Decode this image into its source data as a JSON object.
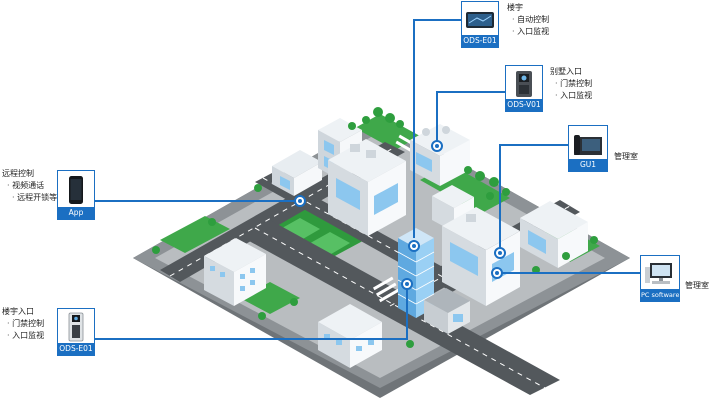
{
  "devices": {
    "ods_e01_top": {
      "label": "ODS-E01",
      "icon": "tablet-panel-icon",
      "title": "楼宇",
      "items": [
        "自动控制",
        "入口监视"
      ]
    },
    "ods_v01": {
      "label": "ODS-V01",
      "icon": "door-station-icon",
      "title": "别墅入口",
      "items": [
        "门禁控制",
        "入口监视"
      ]
    },
    "gu1": {
      "label": "GU1",
      "icon": "desk-phone-icon",
      "title": "管理室",
      "items": []
    },
    "app": {
      "label": "App",
      "icon": "smartphone-icon",
      "title": "远程控制",
      "items": [
        "视频通话",
        "远程开锁等"
      ]
    },
    "pc": {
      "label": "PC software",
      "icon": "computer-icon",
      "title": "管理室",
      "items": []
    },
    "ods_e01_bottom": {
      "label": "ODS-E01",
      "icon": "intercom-panel-icon",
      "title": "楼宇入口",
      "items": [
        "门禁控制",
        "入口监视"
      ]
    }
  },
  "colors": {
    "line": "#1b6fc2",
    "ground": "#8a8f93",
    "lawn": "#3fa84a",
    "building": "#f3f6f9",
    "glass": "#8cc7ef"
  }
}
